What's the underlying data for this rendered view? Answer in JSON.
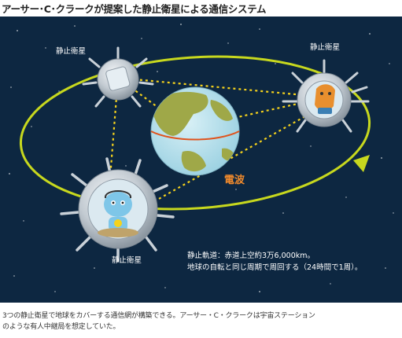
{
  "title": "アーサー･C･クラークが提案した静止衛星による通信システム",
  "satellites": {
    "top_left_label": "静止衛星",
    "top_right_label": "静止衛星",
    "bottom_left_label": "静止衛星"
  },
  "wave_label": "電波",
  "orbit_note": {
    "line1": "静止軌道：赤道上空約3万6,000km。",
    "line2": "地球の自転と同じ周期で周回する（24時間で1周）。"
  },
  "caption": {
    "line1": "3つの静止衛星で地球をカバーする通信網が構築できる。アーサー・C・クラークは宇宙ステーション",
    "line2": "のような有人中継局を想定していた。"
  },
  "colors": {
    "space": "#0d2741",
    "orbit": "#c7d81e",
    "beam": "#f5d21c",
    "ocean": "#bfe3ee",
    "land": "#9fa848",
    "equator": "#e0531c",
    "wave_text": "#f08a2c"
  }
}
